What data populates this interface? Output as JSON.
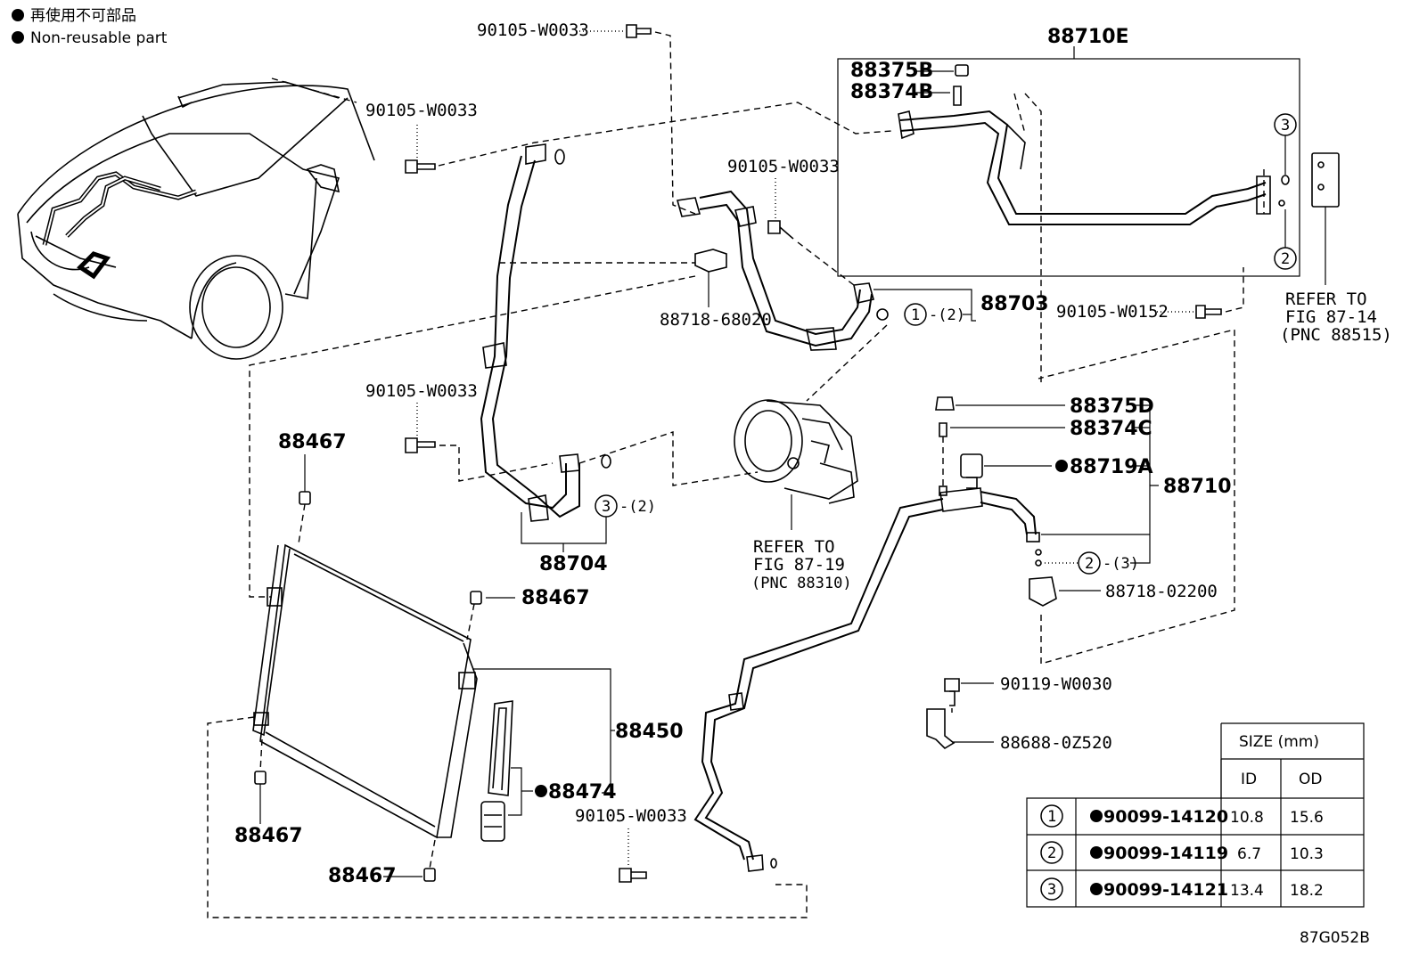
{
  "legend": {
    "line1": "再使用不可部品",
    "line2": "Non-reusable part"
  },
  "labels": {
    "p88710E": "88710E",
    "p88375B": "88375B",
    "p88374B": "88374B",
    "p90105_top": "90105-W0033",
    "p90105_left": "90105-W0033",
    "p90105_mid": "90105-W0033",
    "p90105_left2": "90105-W0033",
    "p90105_bottom": "90105-W0033",
    "p90105_W0152": "90105-W0152",
    "p88718_68020": "88718-68020",
    "p88703": "88703",
    "p88703_qty": "-(2)",
    "p88704": "88704",
    "p88704_qty": "-(2)",
    "p88467_a": "88467",
    "p88467_b": "88467",
    "p88467_c": "88467",
    "p88467_d": "88467",
    "p88450": "88450",
    "p88474": "88474",
    "p88375D": "88375D",
    "p88374C": "88374C",
    "p88719A": "88719A",
    "p88710": "88710",
    "p88710_qty": "-(3)",
    "p88718_02200": "88718-02200",
    "p90119": "90119-W0030",
    "p88688": "88688-0Z520",
    "refer1_a": "REFER TO",
    "refer1_b": "FIG 87-14",
    "refer1_c": "(PNC 88515)",
    "refer2_a": "REFER TO",
    "refer2_b": "FIG 87-19",
    "refer2_c": "(PNC 88310)",
    "fig_id": "87G052B"
  },
  "callouts": {
    "c1": "1",
    "c2": "2",
    "c3": "3"
  },
  "size_table": {
    "header": "SIZE (mm)",
    "col_id": "ID",
    "col_od": "OD",
    "rows": [
      {
        "mark": "1",
        "part": "90099-14120",
        "id": "10.8",
        "od": "15.6"
      },
      {
        "mark": "2",
        "part": "90099-14119",
        "id": "6.7",
        "od": "10.3"
      },
      {
        "mark": "3",
        "part": "90099-14121",
        "id": "13.4",
        "od": "18.2"
      }
    ]
  }
}
